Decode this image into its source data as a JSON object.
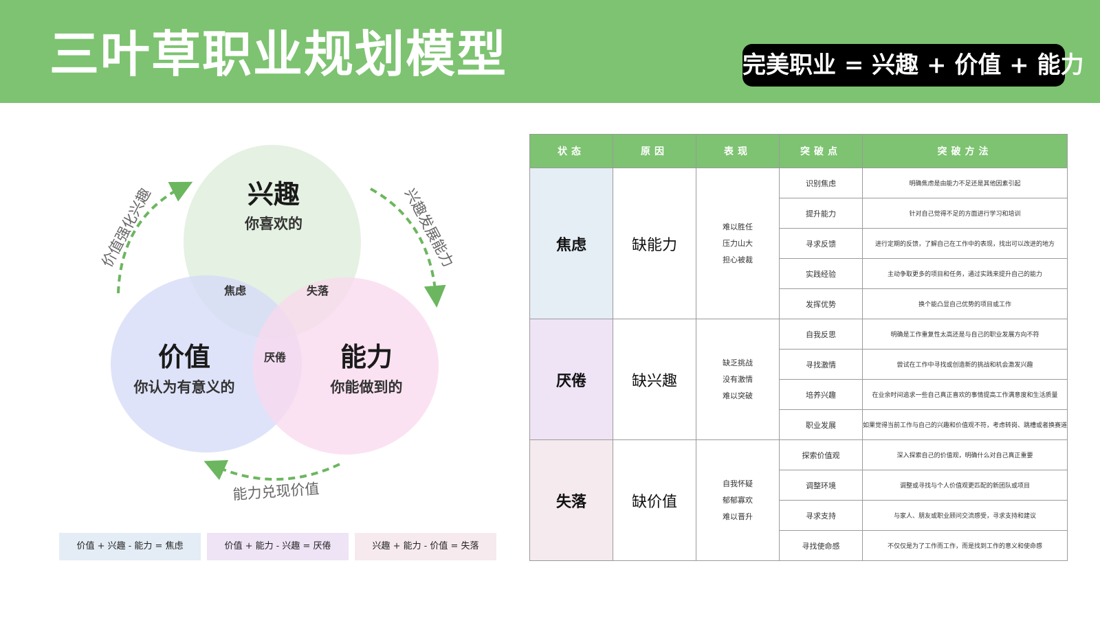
{
  "header": {
    "title": "三叶草职业规划模型",
    "formula": "完美职业 = 兴趣 + 价值 + 能力"
  },
  "venn": {
    "interest": {
      "name": "兴趣",
      "desc": "你喜欢的",
      "color": "#e2f0df"
    },
    "value": {
      "name": "价值",
      "desc": "你认为有意义的",
      "color": "#d7dcf8"
    },
    "ability": {
      "name": "能力",
      "desc": "你能做到的",
      "color": "#fad8ee"
    },
    "overlaps": {
      "anxiety": "焦虑",
      "loss": "失落",
      "boredom": "厌倦"
    },
    "arrows": {
      "left": "价值强化兴趣",
      "right": "兴趣发展能力",
      "bottom": "能力兑现价值",
      "color": "#6cb65f"
    }
  },
  "legend": [
    {
      "text": "价值 + 兴趣 - 能力 = 焦虑",
      "color": "#e4edf5"
    },
    {
      "text": "价值 + 能力 - 兴趣 = 厌倦",
      "color": "#efe3f6"
    },
    {
      "text": "兴趣 + 能力 - 价值 = 失落",
      "color": "#f6eaee"
    }
  ],
  "table": {
    "headers": [
      "状态",
      "原因",
      "表现",
      "突破点",
      "突破方法"
    ],
    "header_color": "#7dc371",
    "groups": [
      {
        "state": "焦虑",
        "cause": "缺能力",
        "color": "#e5edf5",
        "performance": [
          "难以胜任",
          "压力山大",
          "担心被裁"
        ],
        "rows": [
          {
            "point": "识别焦虑",
            "method": "明确焦虑是由能力不足还是其他因素引起"
          },
          {
            "point": "提升能力",
            "method": "针对自己觉得不足的方面进行学习和培训"
          },
          {
            "point": "寻求反馈",
            "method": "进行定期的反馈，了解自己在工作中的表现，找出可以改进的地方"
          },
          {
            "point": "实践经验",
            "method": "主动争取更多的项目和任务，通过实践来提升自己的能力"
          },
          {
            "point": "发挥优势",
            "method": "换个能凸显自己优势的项目或工作"
          }
        ]
      },
      {
        "state": "厌倦",
        "cause": "缺兴趣",
        "color": "#efe4f6",
        "performance": [
          "缺乏挑战",
          "没有激情",
          "难以突破"
        ],
        "rows": [
          {
            "point": "自我反思",
            "method": "明确是工作重复性太高还是与自己的职业发展方向不符"
          },
          {
            "point": "寻找激情",
            "method": "尝试在工作中寻找或创造新的挑战和机会激发兴趣"
          },
          {
            "point": "培养兴趣",
            "method": "在业余时间追求一些自己真正喜欢的事情提高工作满意度和生活质量"
          },
          {
            "point": "职业发展",
            "method": "如果觉得当前工作与自己的兴趣和价值观不符，考虑转岗、跳槽或者换赛道"
          }
        ]
      },
      {
        "state": "失落",
        "cause": "缺价值",
        "color": "#f5eaee",
        "performance": [
          "自我怀疑",
          "郁郁寡欢",
          "难以晋升"
        ],
        "rows": [
          {
            "point": "探索价值观",
            "method": "深入探索自己的价值观，明确什么对自己真正重要"
          },
          {
            "point": "调整环境",
            "method": "调整或寻找与个人价值观更匹配的新团队或项目"
          },
          {
            "point": "寻求支持",
            "method": "与家人、朋友或职业顾问交流感受，寻求支持和建议"
          },
          {
            "point": "寻找使命感",
            "method": "不仅仅是为了工作而工作，而是找到工作的意义和使命感"
          }
        ]
      }
    ]
  }
}
